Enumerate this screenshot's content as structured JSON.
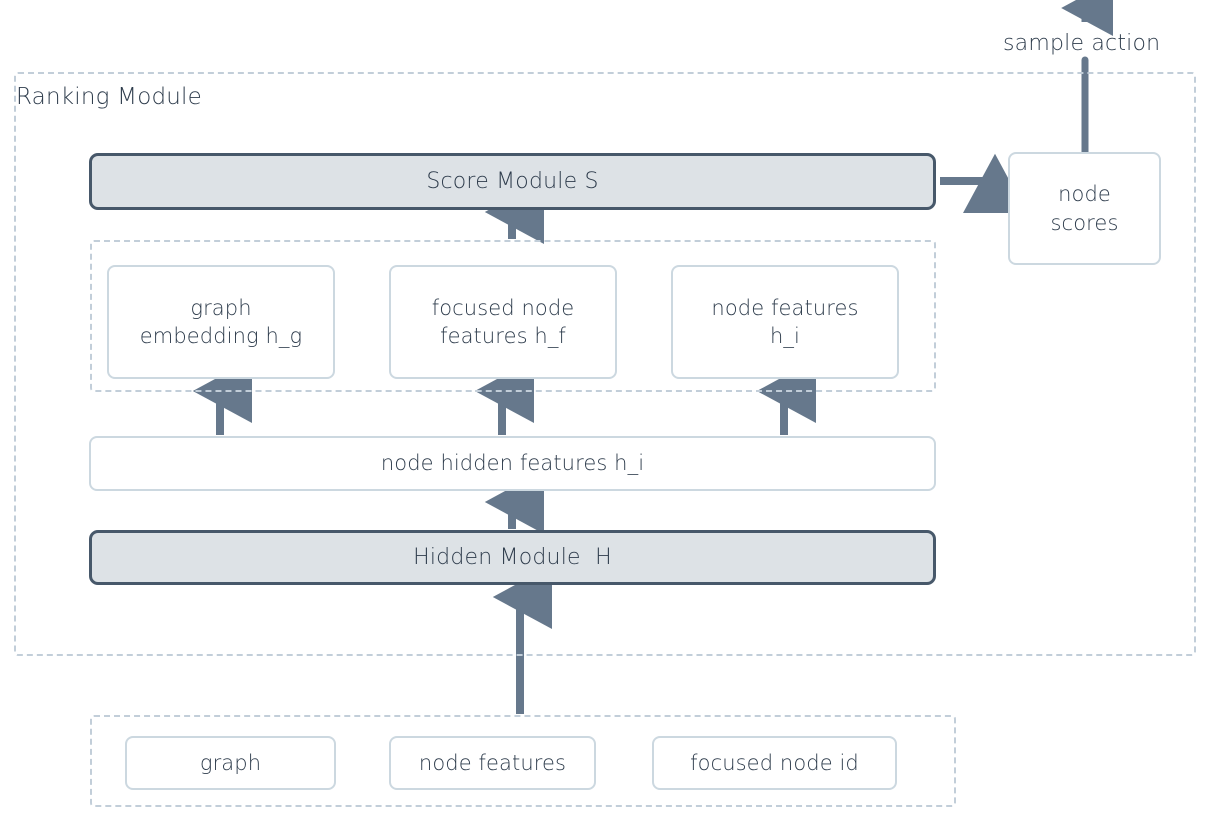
{
  "diagram": {
    "title_label": "Ranking Module",
    "sample_action_label": "sample action",
    "score_module": "Score Module S",
    "node_scores": "node\nscores",
    "node_scores_line1": "node",
    "node_scores_line2": "scores",
    "feature_boxes": [
      {
        "line1": "graph",
        "line2": "embedding h_g",
        "name": "graph-embedding-box"
      },
      {
        "line1": "focused node",
        "line2": "features h_f",
        "name": "focused-node-features-box"
      },
      {
        "line1": "node features",
        "line2": "h_i",
        "name": "node-features-hi-box"
      }
    ],
    "node_hidden_features": "node hidden features h_i",
    "hidden_module": "Hidden Module  H",
    "input_boxes": [
      {
        "label": "graph",
        "name": "input-graph-box"
      },
      {
        "label": "node features",
        "name": "input-node-features-box"
      },
      {
        "label": "focused node id",
        "name": "input-focused-node-id-box"
      }
    ]
  },
  "colors": {
    "dashed_border": "#c2ced9",
    "plain_border": "#ccd8e0",
    "module_fill": "#dde2e6",
    "module_border": "#47586a",
    "arrow": "#66788c",
    "text": "#2e3c4c",
    "background": "#ffffff"
  }
}
